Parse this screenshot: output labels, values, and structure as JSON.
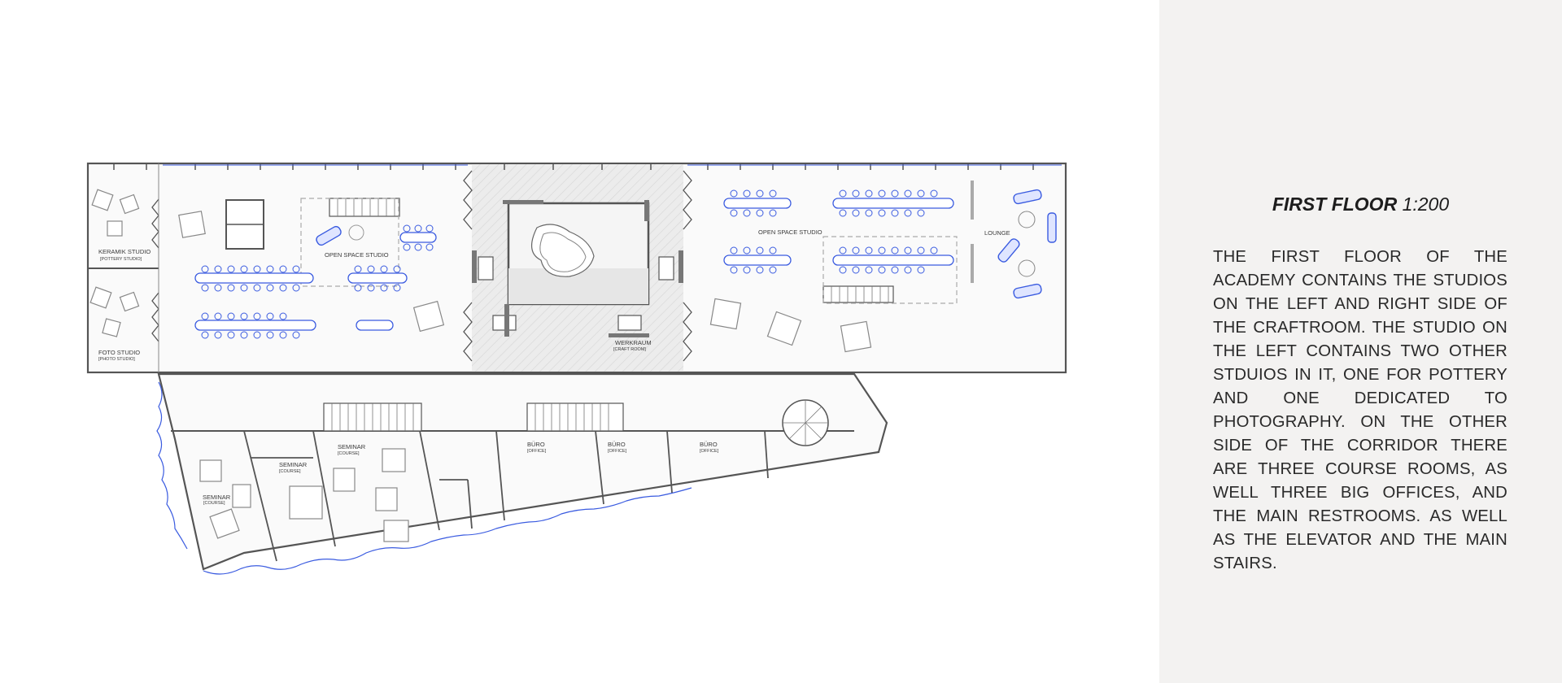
{
  "side_panel": {
    "title_bold": "FIRST FLOOR",
    "title_scale": "1:200",
    "description": "THE FIRST FLOOR OF THE ACADEMY CONTAINS THE STUDIOS ON THE LEFT AND RIGHT SIDE OF THE CRAFTROOM. THE STUDIO ON THE LEFT CONTAINS TWO OTHER STDUIOS IN IT, ONE FOR POTTERY AND ONE DEDICATED TO PHOTOGRAPHY. ON THE OTHER SIDE OF THE CORRIDOR THERE ARE THREE COURSE ROOMS, AS WELL THREE BIG OFFICES, AND THE MAIN RESTROOMS. AS WELL AS THE ELEVATOR AND THE MAIN STAIRS."
  },
  "plan": {
    "labels": {
      "keramik": "KERAMIK STUDIO",
      "keramik_sub": "[POTTERY STUDIO]",
      "foto": "FOTO STUDIO",
      "foto_sub": "[PHOTO STUDIO]",
      "open_left": "OPEN SPACE STUDIO",
      "open_right": "OPEN SPACE STUDIO",
      "lounge": "LOUNGE",
      "werkraum": "WERKRAUM",
      "werkraum_sub": "[CRAFT ROOM]",
      "seminar1": "SEMINAR",
      "seminar1_sub": "[COURSE]",
      "seminar2": "SEMINAR",
      "seminar2_sub": "[COURSE]",
      "seminar3": "SEMINAR",
      "seminar3_sub": "[COURSE]",
      "buero1": "BÜRO",
      "buero1_sub": "[OFFICE]",
      "buero2": "BÜRO",
      "buero2_sub": "[OFFICE]",
      "buero3": "BÜRO",
      "buero3_sub": "[OFFICE]"
    },
    "colors": {
      "wall": "#555555",
      "furniture": "#3a5be0",
      "hatch": "#e6e6e6",
      "light_line": "#9a9a9a"
    }
  }
}
